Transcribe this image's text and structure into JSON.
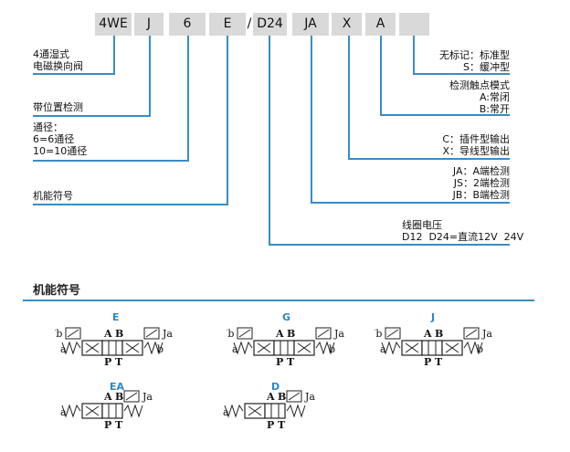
{
  "code_segments": [
    "4WE",
    "J",
    "6",
    "E",
    "/",
    "D24",
    "JA",
    "X",
    "A",
    ""
  ],
  "labels": {
    "type": "4通湿式\n电磁换向阀",
    "position_detect": "带位置检测",
    "size": "通径：\n6=6通径\n10=10通径",
    "function": "机能符号",
    "voltage": "线圈电压\nD12  D24=直流12V  24V",
    "detect_side": "JA：A端检测\nJS：2端检测\nJB：B端检测",
    "output": "C：插件型输出\nX：导线型输出",
    "contact": "检测触点模式\nA:常闭\nB:常开",
    "model": "无标记：标准型\nS：缓冲型"
  },
  "section_title": "机能符号",
  "symbols": [
    {
      "name": "E",
      "left_coil": "Jb",
      "right_coil": "Ja",
      "a": "a",
      "b": "b",
      "A": "A",
      "B": "B",
      "P": "P",
      "T": "T"
    },
    {
      "name": "G",
      "left_coil": "Jb",
      "right_coil": "Ja",
      "a": "a",
      "b": "b",
      "A": "A",
      "B": "B",
      "P": "P",
      "T": "T"
    },
    {
      "name": "J",
      "left_coil": "Jb",
      "right_coil": "Ja",
      "a": "a",
      "b": "b",
      "A": "A",
      "B": "B",
      "P": "P",
      "T": "T"
    },
    {
      "name": "EA",
      "right_coil": "Ja",
      "a": "a",
      "A": "A",
      "B": "B",
      "P": "P",
      "T": "T"
    },
    {
      "name": "D",
      "right_coil": "Ja",
      "a": "a",
      "A": "A",
      "B": "B",
      "P": "P",
      "T": "T"
    }
  ],
  "colors": {
    "accent": "#3a8cc4",
    "code_bg": "#d9d9d9",
    "symbol_title": "#2a86c8"
  }
}
